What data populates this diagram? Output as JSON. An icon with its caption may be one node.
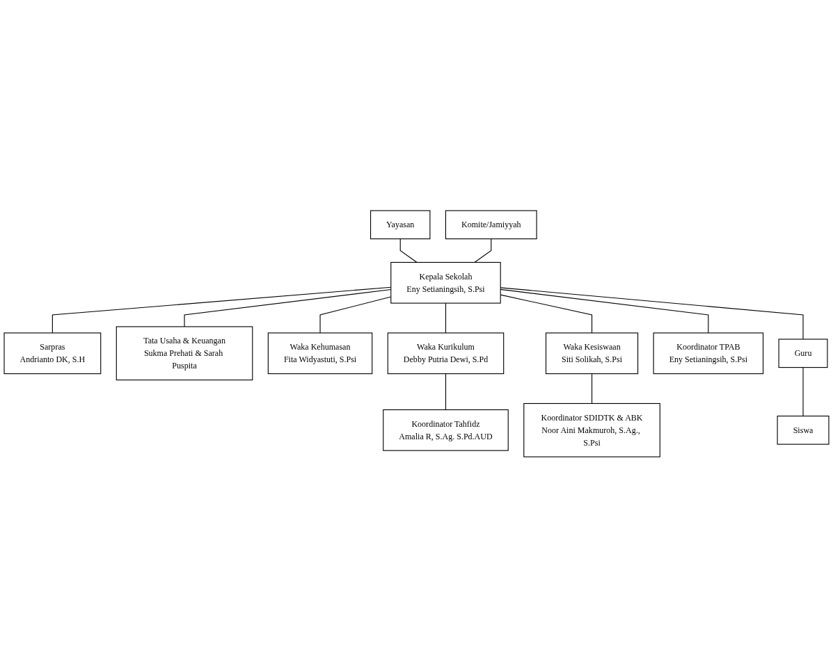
{
  "diagram": {
    "nodes": [
      {
        "text": [
          "Yayasan"
        ]
      },
      {
        "text": [
          "Kepala Sekolah",
          "Eny Setianingsih, S.Psi"
        ]
      },
      {
        "text": [
          "Komite/Jamiyyah"
        ]
      },
      {
        "text": [
          "Sarpras",
          "Andrianto DK, S.H"
        ]
      },
      {
        "text": [
          "Tata Usaha & Keuangan",
          "Sukma Prehati & Sarah Puspita"
        ]
      },
      {
        "text": [
          "Waka Kehumasan",
          "Fita Widyastuti, S.Psi"
        ]
      },
      {
        "text": [
          "Waka Kurikulum",
          "Debby Putria Dewi, S.Pd"
        ]
      },
      {
        "text": [
          "Waka Kesiswaan",
          "Siti Solikah, S.Psi"
        ]
      },
      {
        "text": [
          "Koordinator TPAB",
          "Eny Setianingsih, S.Psi"
        ]
      },
      {
        "text": [
          "Koordinator Tahfidz",
          "Amalia R, S.Ag. S.Pd.AUD"
        ]
      },
      {
        "text": [
          "Koordinator SDIDTK & ABK",
          "Noor Aini Makmuroh, S.Ag., S.Psi"
        ]
      },
      {
        "text": [
          "Guru"
        ]
      },
      {
        "text": [
          "Siswa"
        ]
      }
    ],
    "edges": [
      {
        "from": 0,
        "to": 1,
        "arrow": "none"
      },
      {
        "from": 2,
        "to": 1,
        "arrow": "none"
      },
      {
        "from": 1,
        "to": 3,
        "arrow": "none"
      },
      {
        "from": 1,
        "to": 4,
        "arrow": "none"
      },
      {
        "from": 1,
        "to": 5,
        "arrow": "none"
      },
      {
        "from": 1,
        "to": 6,
        "arrow": "none"
      },
      {
        "from": 1,
        "to": 7,
        "arrow": "none"
      },
      {
        "from": 1,
        "to": 8,
        "arrow": "none"
      },
      {
        "from": 6,
        "to": 9,
        "arrow": "none"
      },
      {
        "from": 7,
        "to": 10,
        "arrow": "none"
      },
      {
        "from": 1,
        "to": 11,
        "arrow": "none"
      },
      {
        "from": 11,
        "to": 12,
        "arrow": "none"
      }
    ]
  }
}
